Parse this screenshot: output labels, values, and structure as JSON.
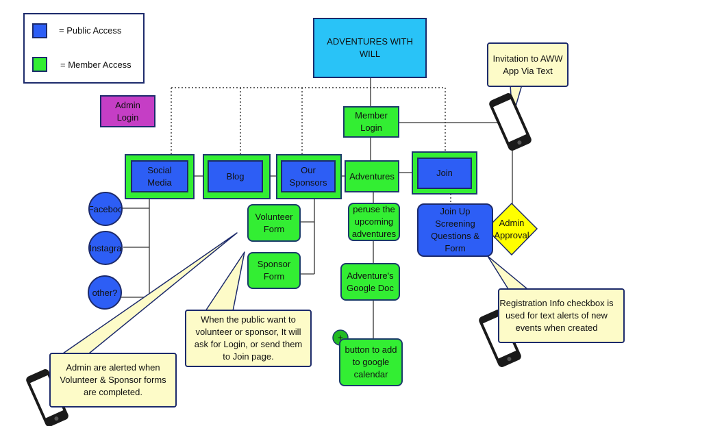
{
  "legend": {
    "public_label": "=  Public Access",
    "member_label": "= Member Access",
    "public_color": "#2d5ef5",
    "member_color": "#33ee33"
  },
  "nodes": {
    "title": "ADVENTURES WITH\nWILL",
    "admin_login": "Admin\nLogin",
    "member_login": "Member\nLogin",
    "social_media": "Social\nMedia",
    "blog": "Blog",
    "our_sponsors": "Our\nSponsors",
    "adventures": "Adventures",
    "join": "Join",
    "facebook": "Faceboo",
    "instagram": "Instagra",
    "other": "other?",
    "volunteer_form": "Volunteer\nForm",
    "sponsor_form": "Sponsor\nForm",
    "peruse": "peruse the\nupcoming\nadventures",
    "google_doc": "Adventure's\nGoogle Doc",
    "add_button": "button to add\nto google\ncalendar",
    "plus_badge": "+",
    "join_up": "Join Up\nScreening\nQuestions &\nForm",
    "admin_approval": "Admin\nApproval"
  },
  "notes": {
    "invitation": "Invitation to AWW\nApp Via Text",
    "public_want": "When the public want to\nvolunteer or sponsor, It will\nask for Login, or send them\nto Join page.",
    "admin_alerted": "Admin are alerted when\nVolunteer & Sponsor forms\nare completed.",
    "registration": "Registration Info checkbox is\nused for text alerts of new\nevents when created"
  },
  "colors": {
    "title_fill": "#29c3f7",
    "admin_fill": "#c53ec5",
    "diamond_fill": "#ffff00",
    "note_fill": "#fdfbc8"
  },
  "icons": [
    "phone-icon",
    "checkmark-icon"
  ]
}
